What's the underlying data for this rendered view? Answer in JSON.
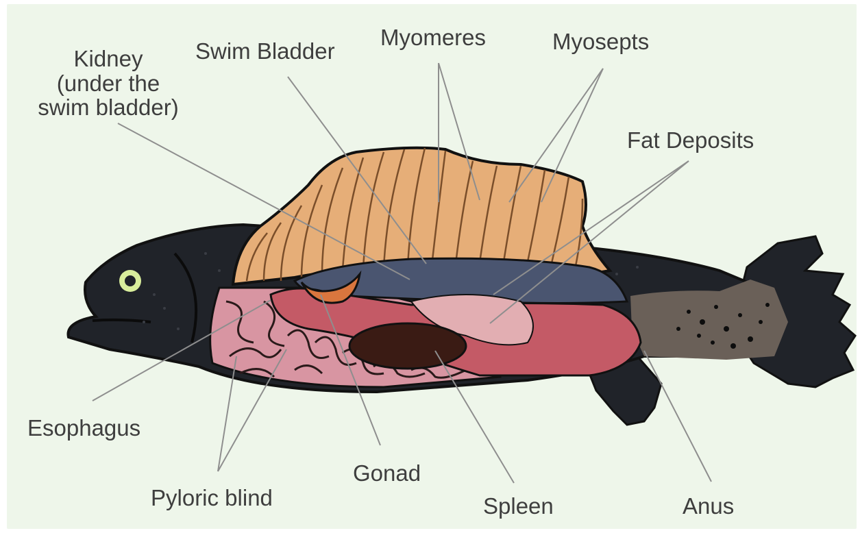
{
  "diagram": {
    "labels": {
      "kidney": "Kidney\n(under the\nswim bladder)",
      "swim_bladder": "Swim Bladder",
      "myomeres": "Myomeres",
      "myosepts": "Myosepts",
      "fat_deposits": "Fat Deposits",
      "esophagus": "Esophagus",
      "pyloric_blind": "Pyloric blind",
      "gonad": "Gonad",
      "spleen": "Spleen",
      "anus": "Anus"
    },
    "colors": {
      "background": "#eef6ea",
      "fish_body": "#202329",
      "muscle": "#e6ae78",
      "swim_bladder": "#4a5570",
      "intestine": "#c45a66",
      "pyloric_caeca": "#d895a2",
      "fat": "#e2aeb2",
      "gonad": "#3a1b14",
      "kidney_organ": "#d9763e",
      "tail_skin": "#6a6058",
      "eye": "#d9ee9c",
      "label_text": "#3e3e3e",
      "leader_line": "#8e8e8e"
    }
  }
}
